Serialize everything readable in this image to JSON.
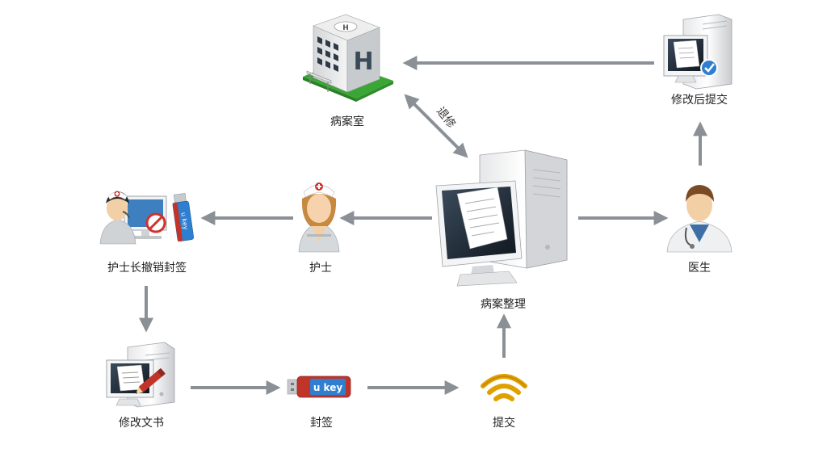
{
  "nodes": {
    "record_room": {
      "label": "病案室",
      "icon": "hospital-building-icon"
    },
    "submit_after_edit": {
      "label": "修改后提交",
      "icon": "computer-check-icon"
    },
    "head_nurse": {
      "label": "护士长撤销封签",
      "icon": "head-nurse-computer-usb-icon"
    },
    "nurse": {
      "label": "护士",
      "icon": "nurse-icon"
    },
    "record_arrange": {
      "label": "病案整理",
      "icon": "computer-document-icon"
    },
    "doctor": {
      "label": "医生",
      "icon": "doctor-icon"
    },
    "edit_document": {
      "label": "修改文书",
      "icon": "computer-edit-icon"
    },
    "seal": {
      "label": "封签",
      "icon": "usb-key-icon"
    },
    "submit": {
      "label": "提交",
      "icon": "wireless-signal-icon"
    }
  },
  "edges": {
    "return_edit": {
      "label": "退修"
    }
  },
  "icon_text": {
    "hospital_sign": "H",
    "ukey": "u key"
  },
  "colors": {
    "arrow": "#8a9096",
    "screen": "#1e2a36",
    "wifi": "#e0a100",
    "usb_red": "#c0342a",
    "usb_blue": "#2f7fd1",
    "grass": "#3aa635"
  }
}
